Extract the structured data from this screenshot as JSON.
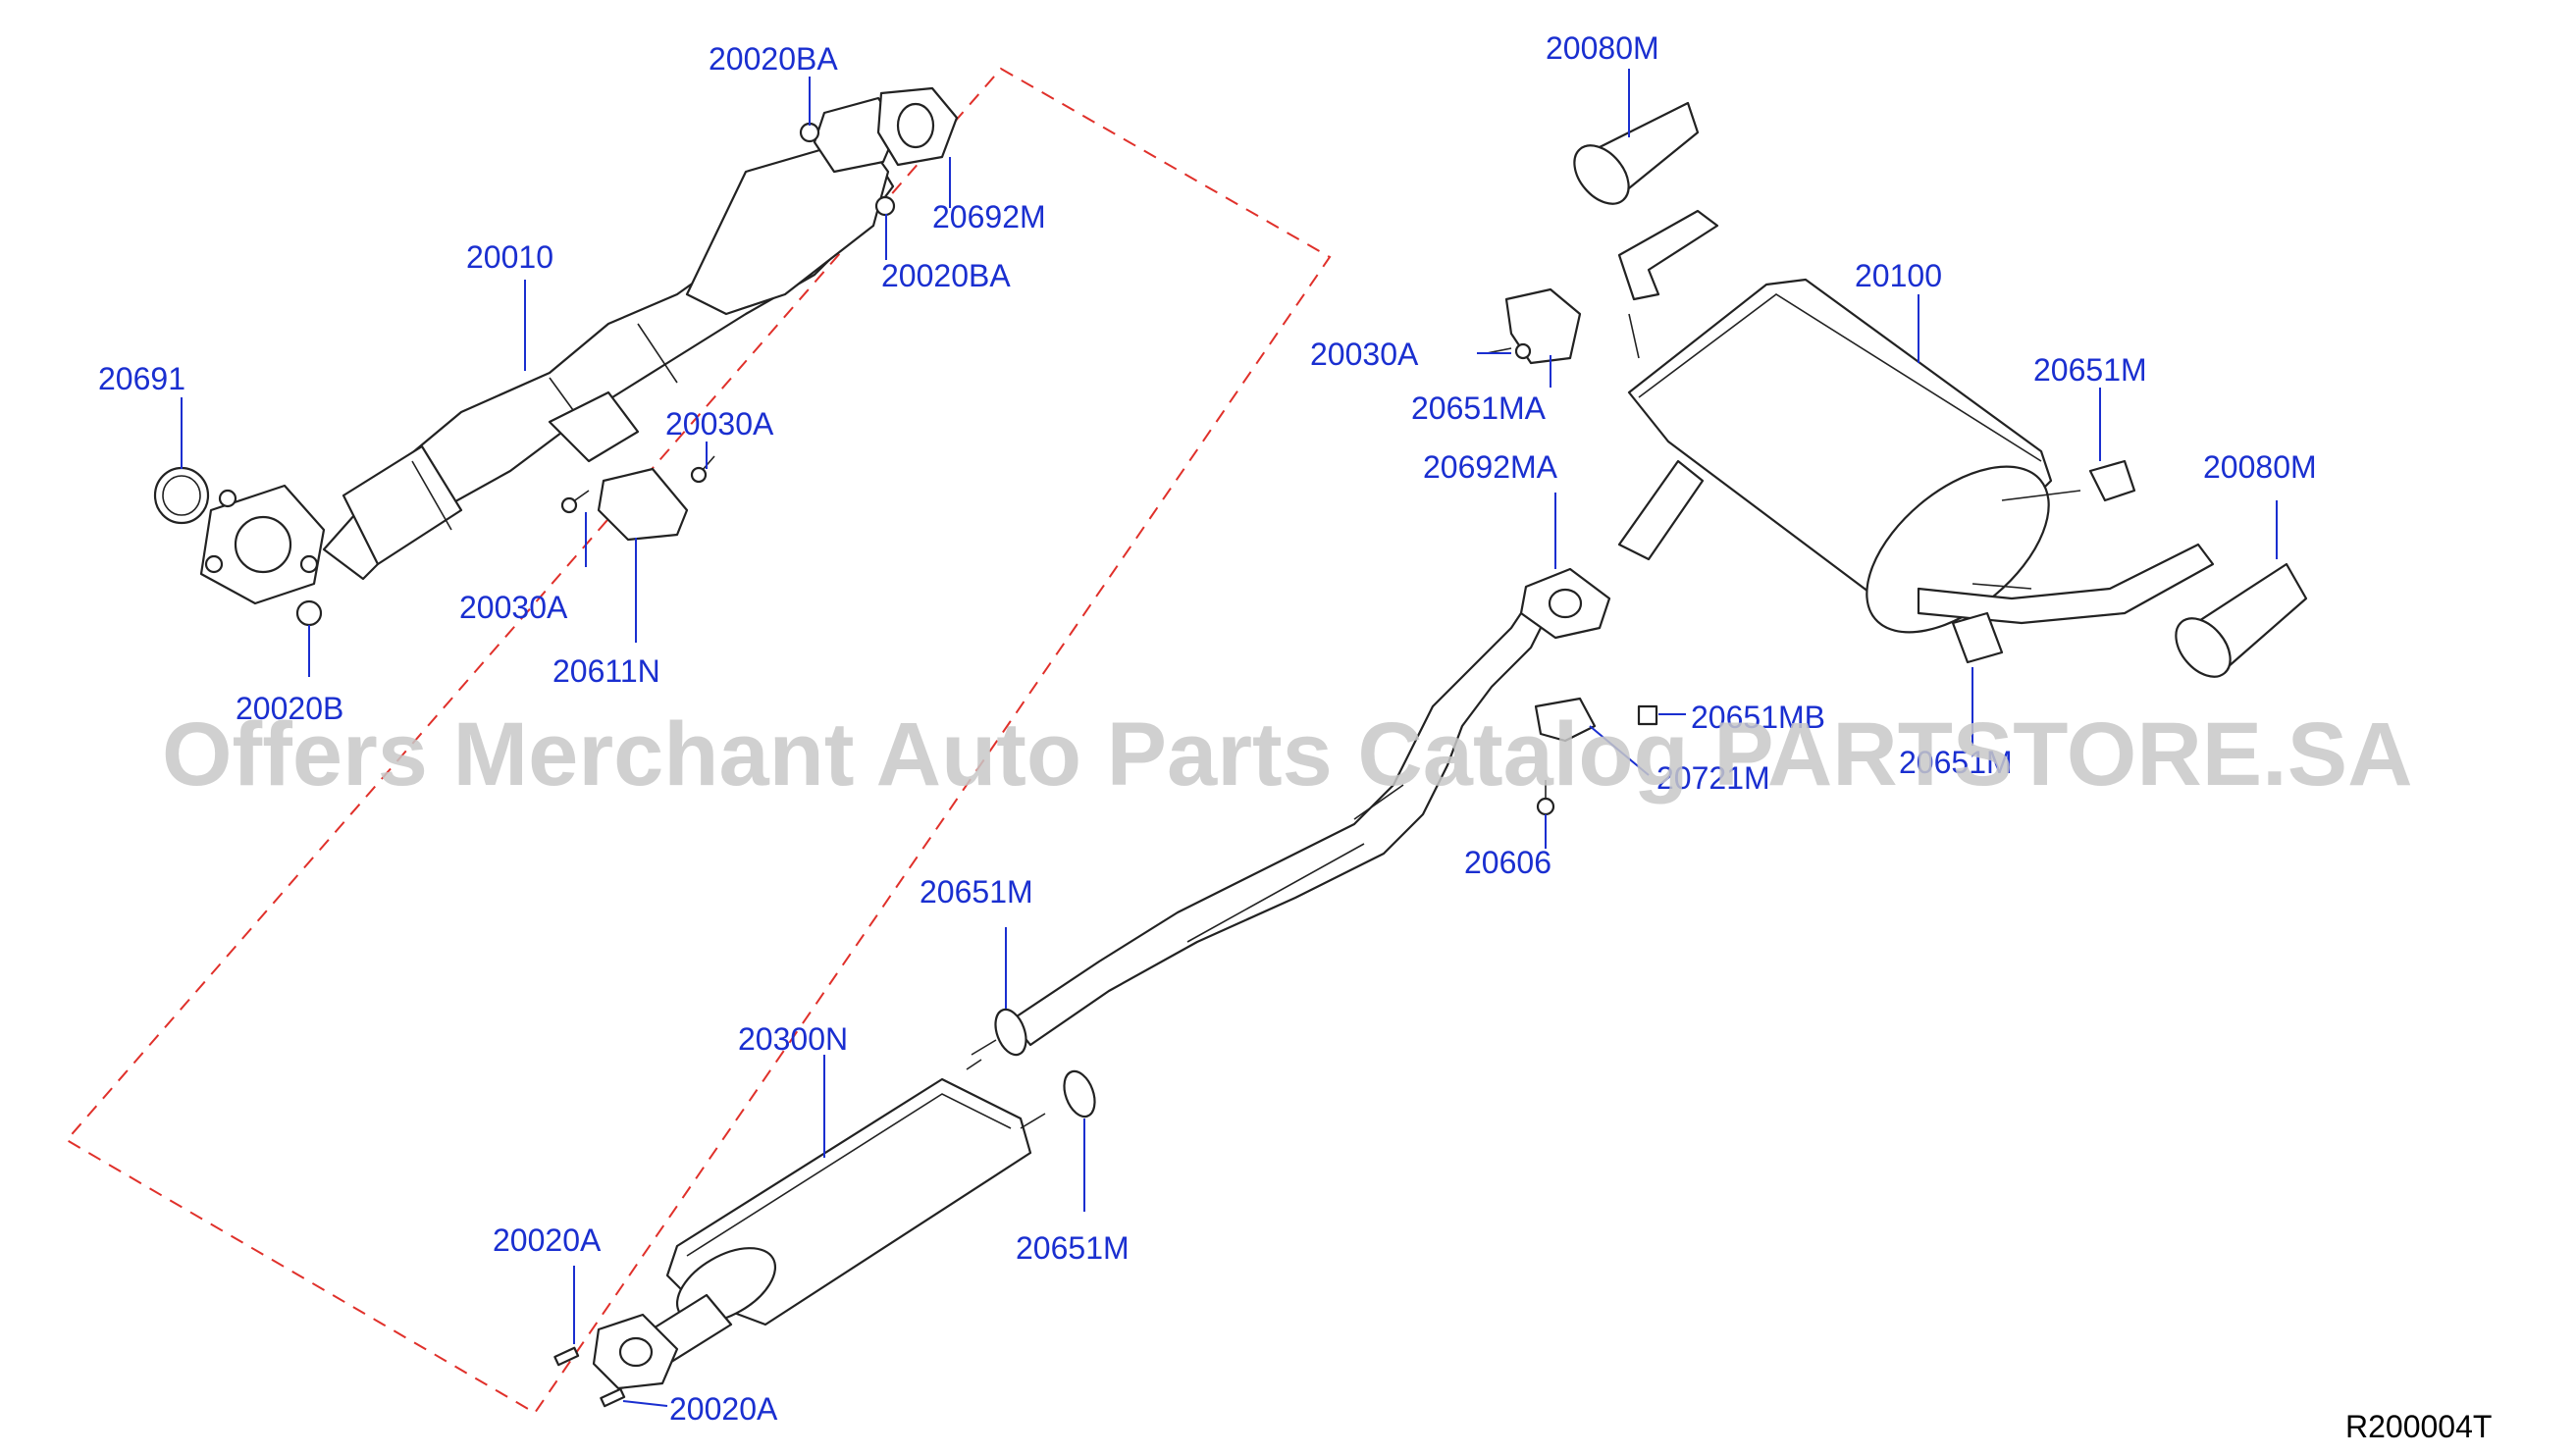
{
  "watermark": "Offers Merchant Auto Parts Catalog PARTSTORE.SA",
  "reference_code": "R200004T",
  "callouts": [
    {
      "id": "c1",
      "text": "20020BA"
    },
    {
      "id": "c2",
      "text": "20692M"
    },
    {
      "id": "c3",
      "text": "20020BA"
    },
    {
      "id": "c4",
      "text": "20010"
    },
    {
      "id": "c5",
      "text": "20691"
    },
    {
      "id": "c6",
      "text": "20030A"
    },
    {
      "id": "c7",
      "text": "20030A"
    },
    {
      "id": "c8",
      "text": "20611N"
    },
    {
      "id": "c9",
      "text": "20020B"
    },
    {
      "id": "c10",
      "text": "20080M"
    },
    {
      "id": "c11",
      "text": "20100"
    },
    {
      "id": "c12",
      "text": "20030A"
    },
    {
      "id": "c13",
      "text": "20651MA"
    },
    {
      "id": "c14",
      "text": "20651M"
    },
    {
      "id": "c15",
      "text": "20080M"
    },
    {
      "id": "c16",
      "text": "20692MA"
    },
    {
      "id": "c17",
      "text": "20651MB"
    },
    {
      "id": "c18",
      "text": "20721M"
    },
    {
      "id": "c19",
      "text": "20651M"
    },
    {
      "id": "c20",
      "text": "20606"
    },
    {
      "id": "c21",
      "text": "20651M"
    },
    {
      "id": "c22",
      "text": "20300N"
    },
    {
      "id": "c23",
      "text": "20651M"
    },
    {
      "id": "c24",
      "text": "20020A"
    },
    {
      "id": "c25",
      "text": "20020A"
    }
  ]
}
